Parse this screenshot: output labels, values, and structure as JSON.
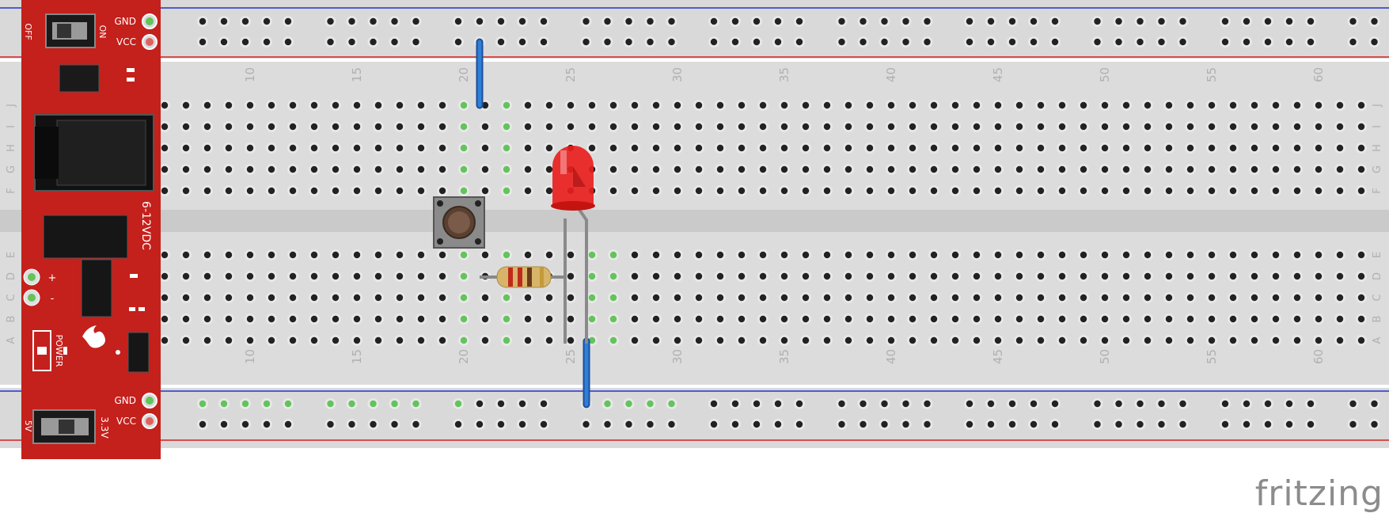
{
  "brand": "fritzing",
  "breadboard": {
    "column_numbers": [
      "10",
      "15",
      "20",
      "25",
      "30",
      "35",
      "40",
      "45",
      "50",
      "55",
      "60"
    ],
    "row_letters_top": [
      "J",
      "I",
      "H",
      "G",
      "F"
    ],
    "row_letters_bottom": [
      "E",
      "D",
      "C",
      "B",
      "A"
    ]
  },
  "power_module": {
    "rail_labels_top": [
      "GND",
      "VCC"
    ],
    "rail_labels_bottom": [
      "GND",
      "VCC"
    ],
    "switch_top_left": "OFF",
    "switch_top_right": "ON",
    "switch_bottom_left": "5V",
    "switch_bottom_right": "3.3V",
    "input_label": "6-12VDC",
    "plus_label": "+",
    "minus_label": "-",
    "power_label": "POWER"
  },
  "colors": {
    "rail_blue": "#2233cc",
    "rail_red": "#d42020",
    "module_red": "#c4201c",
    "wire": "#2a6fc4",
    "led": "#e8201e",
    "hole_active": "#62c45a"
  }
}
